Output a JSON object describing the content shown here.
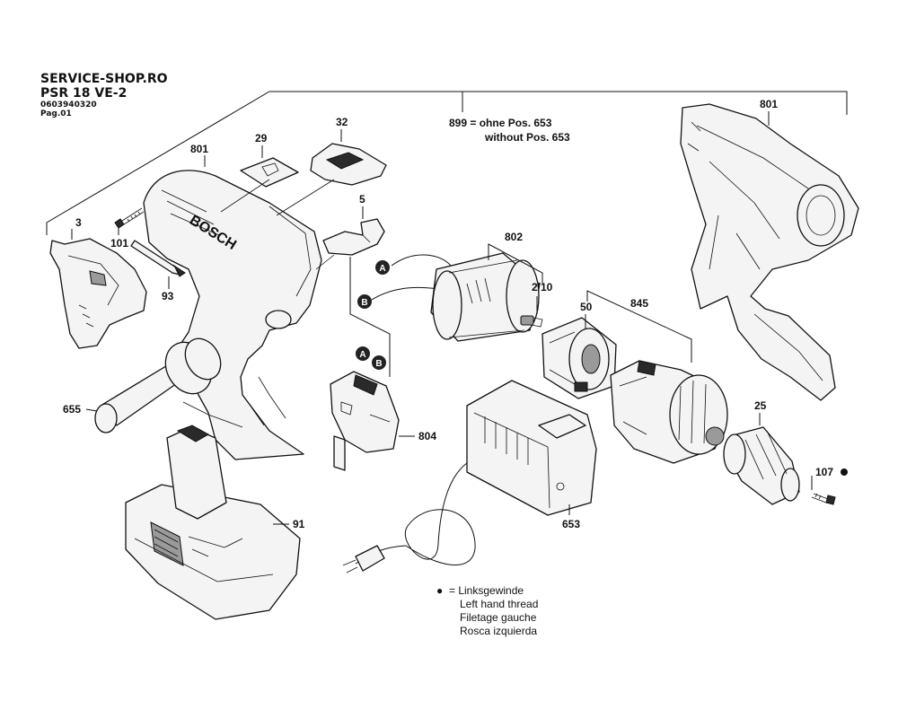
{
  "header": {
    "shop": "SERVICE-SHOP.RO",
    "model": "PSR 18 VE-2",
    "code": "0603940320",
    "page": "Pag.01"
  },
  "note": {
    "line1": "899 = ohne Pos. 653",
    "line2": "without Pos. 653"
  },
  "parts": {
    "p801a": "801",
    "p801b": "801",
    "p29": "29",
    "p32": "32",
    "p5": "5",
    "p3": "3",
    "p101": "101",
    "p93": "93",
    "p802": "802",
    "p2_10": "2/10",
    "p50": "50",
    "p845": "845",
    "p655": "655",
    "p804": "804",
    "p25": "25",
    "p107": "107",
    "p91": "91",
    "p653": "653"
  },
  "connectors": {
    "a": "A",
    "b": "B"
  },
  "legend": {
    "symbol": "●",
    "line1": "= Linksgewinde",
    "line2": "Left hand thread",
    "line3": "Filetage gauche",
    "line4": "Rosca izquierda"
  },
  "icons": {
    "bullet": "filled-circle-icon"
  }
}
